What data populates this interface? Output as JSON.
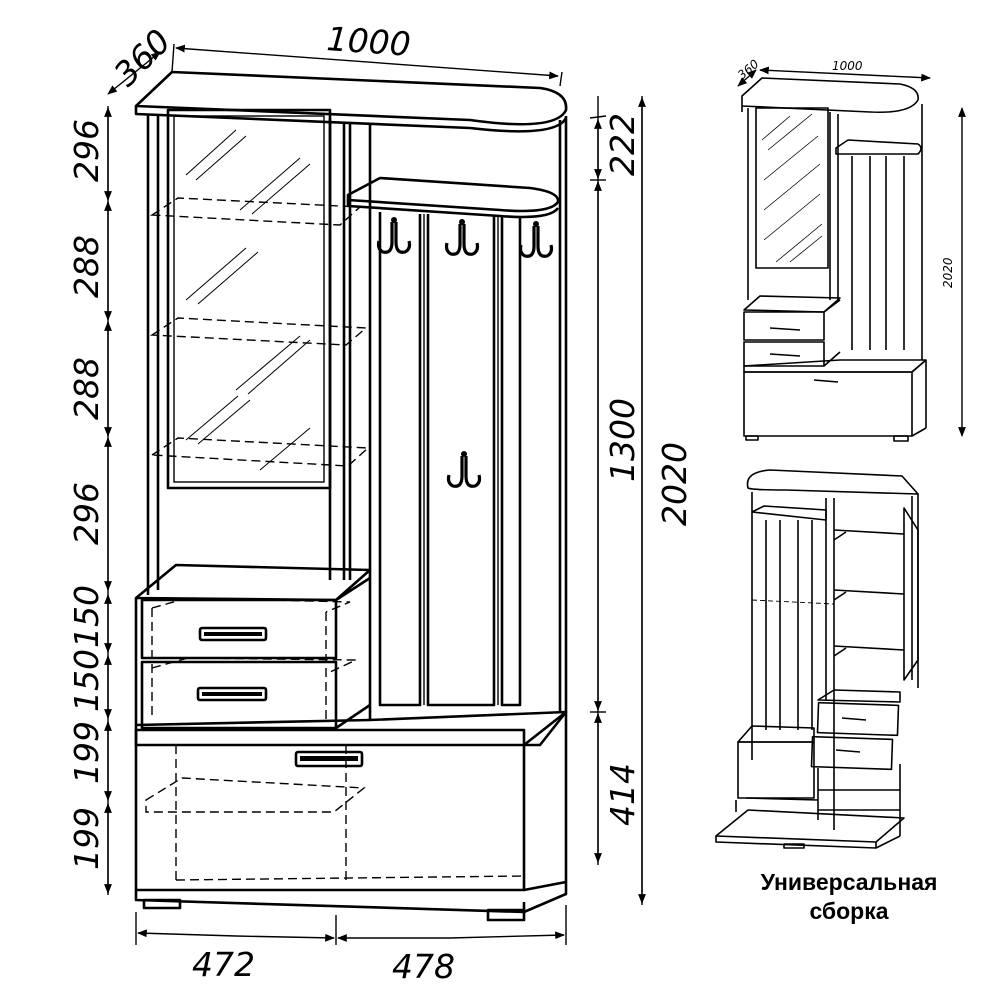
{
  "main_view": {
    "top_dims": {
      "depth": "360",
      "width": "1000"
    },
    "left_dims": [
      "296",
      "288",
      "288",
      "296",
      "150",
      "150",
      "199",
      "199"
    ],
    "right_dims": {
      "top_gap": "222",
      "middle": "1300",
      "bottom": "414",
      "total": "2020"
    },
    "bottom_dims": {
      "left": "472",
      "right": "478"
    }
  },
  "thumb_front": {
    "depth": "360",
    "width": "1000",
    "height": "2020"
  },
  "caption": {
    "line1": "Универсальная",
    "line2": "сборка"
  }
}
